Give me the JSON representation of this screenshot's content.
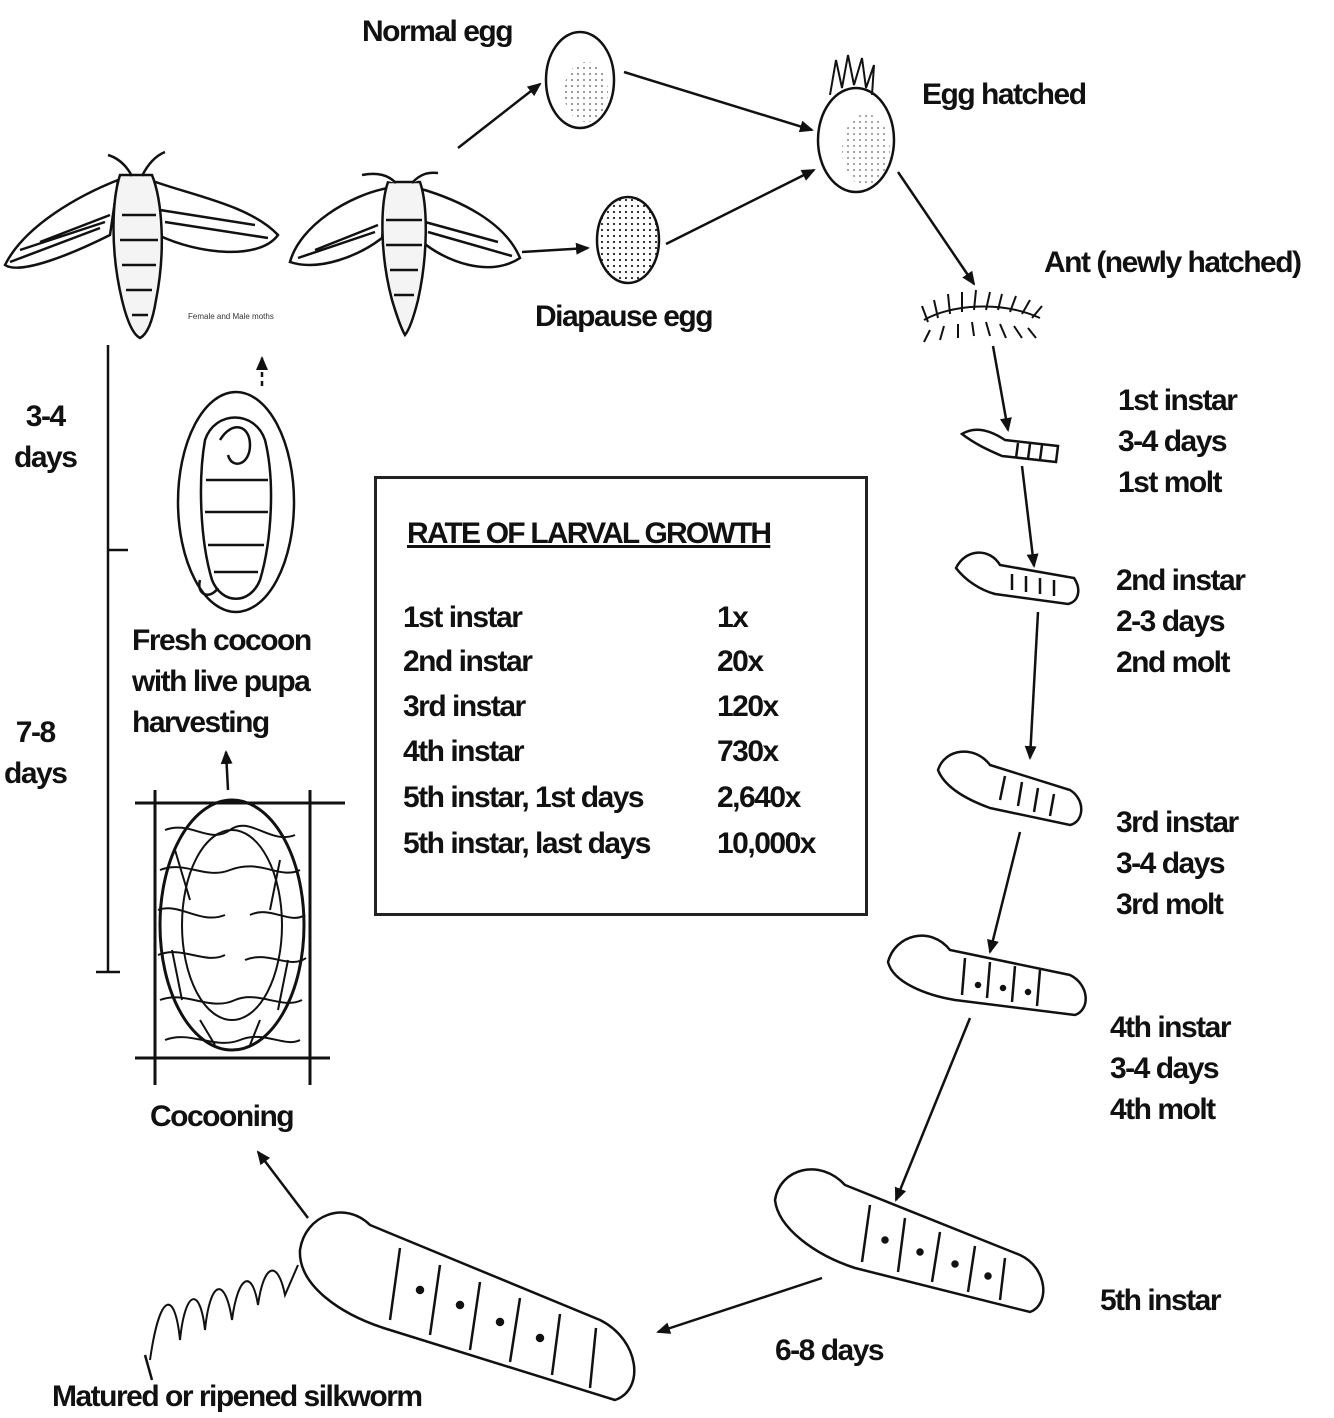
{
  "labels": {
    "normal_egg": "Normal egg",
    "egg_hatched": "Egg hatched",
    "ant": "Ant (newly hatched)",
    "diapause_egg": "Diapause egg",
    "instar1": [
      "1st instar",
      "3-4 days",
      "1st molt"
    ],
    "instar2": [
      "2nd instar",
      "2-3 days",
      "2nd molt"
    ],
    "instar3": [
      "3rd instar",
      "3-4 days",
      "3rd molt"
    ],
    "instar4": [
      "4th instar",
      "3-4 days",
      "4th molt"
    ],
    "instar5": "5th instar",
    "duration_5th": "6-8 days",
    "matured": "Matured or ripened silkworm",
    "cocooning": "Cocooning",
    "fresh_cocoon": [
      "Fresh cocoon",
      "with live pupa",
      "harvesting"
    ],
    "moth_days": [
      "3-4",
      "days"
    ],
    "cocoon_days": [
      "7-8",
      "days"
    ],
    "moth_caption": "Female and Male moths"
  },
  "growth_table": {
    "title": "RATE  OF  LARVAL  GROWTH",
    "rows": [
      {
        "stage": "1st instar",
        "multiplier": "1x"
      },
      {
        "stage": "2nd instar",
        "multiplier": "20x"
      },
      {
        "stage": "3rd instar",
        "multiplier": "120x"
      },
      {
        "stage": "4th instar",
        "multiplier": "730x"
      },
      {
        "stage": "5th  instar,  1st days",
        "multiplier": "2,640x"
      },
      {
        "stage": "5th  instar,  last days",
        "multiplier": "10,000x"
      }
    ]
  }
}
